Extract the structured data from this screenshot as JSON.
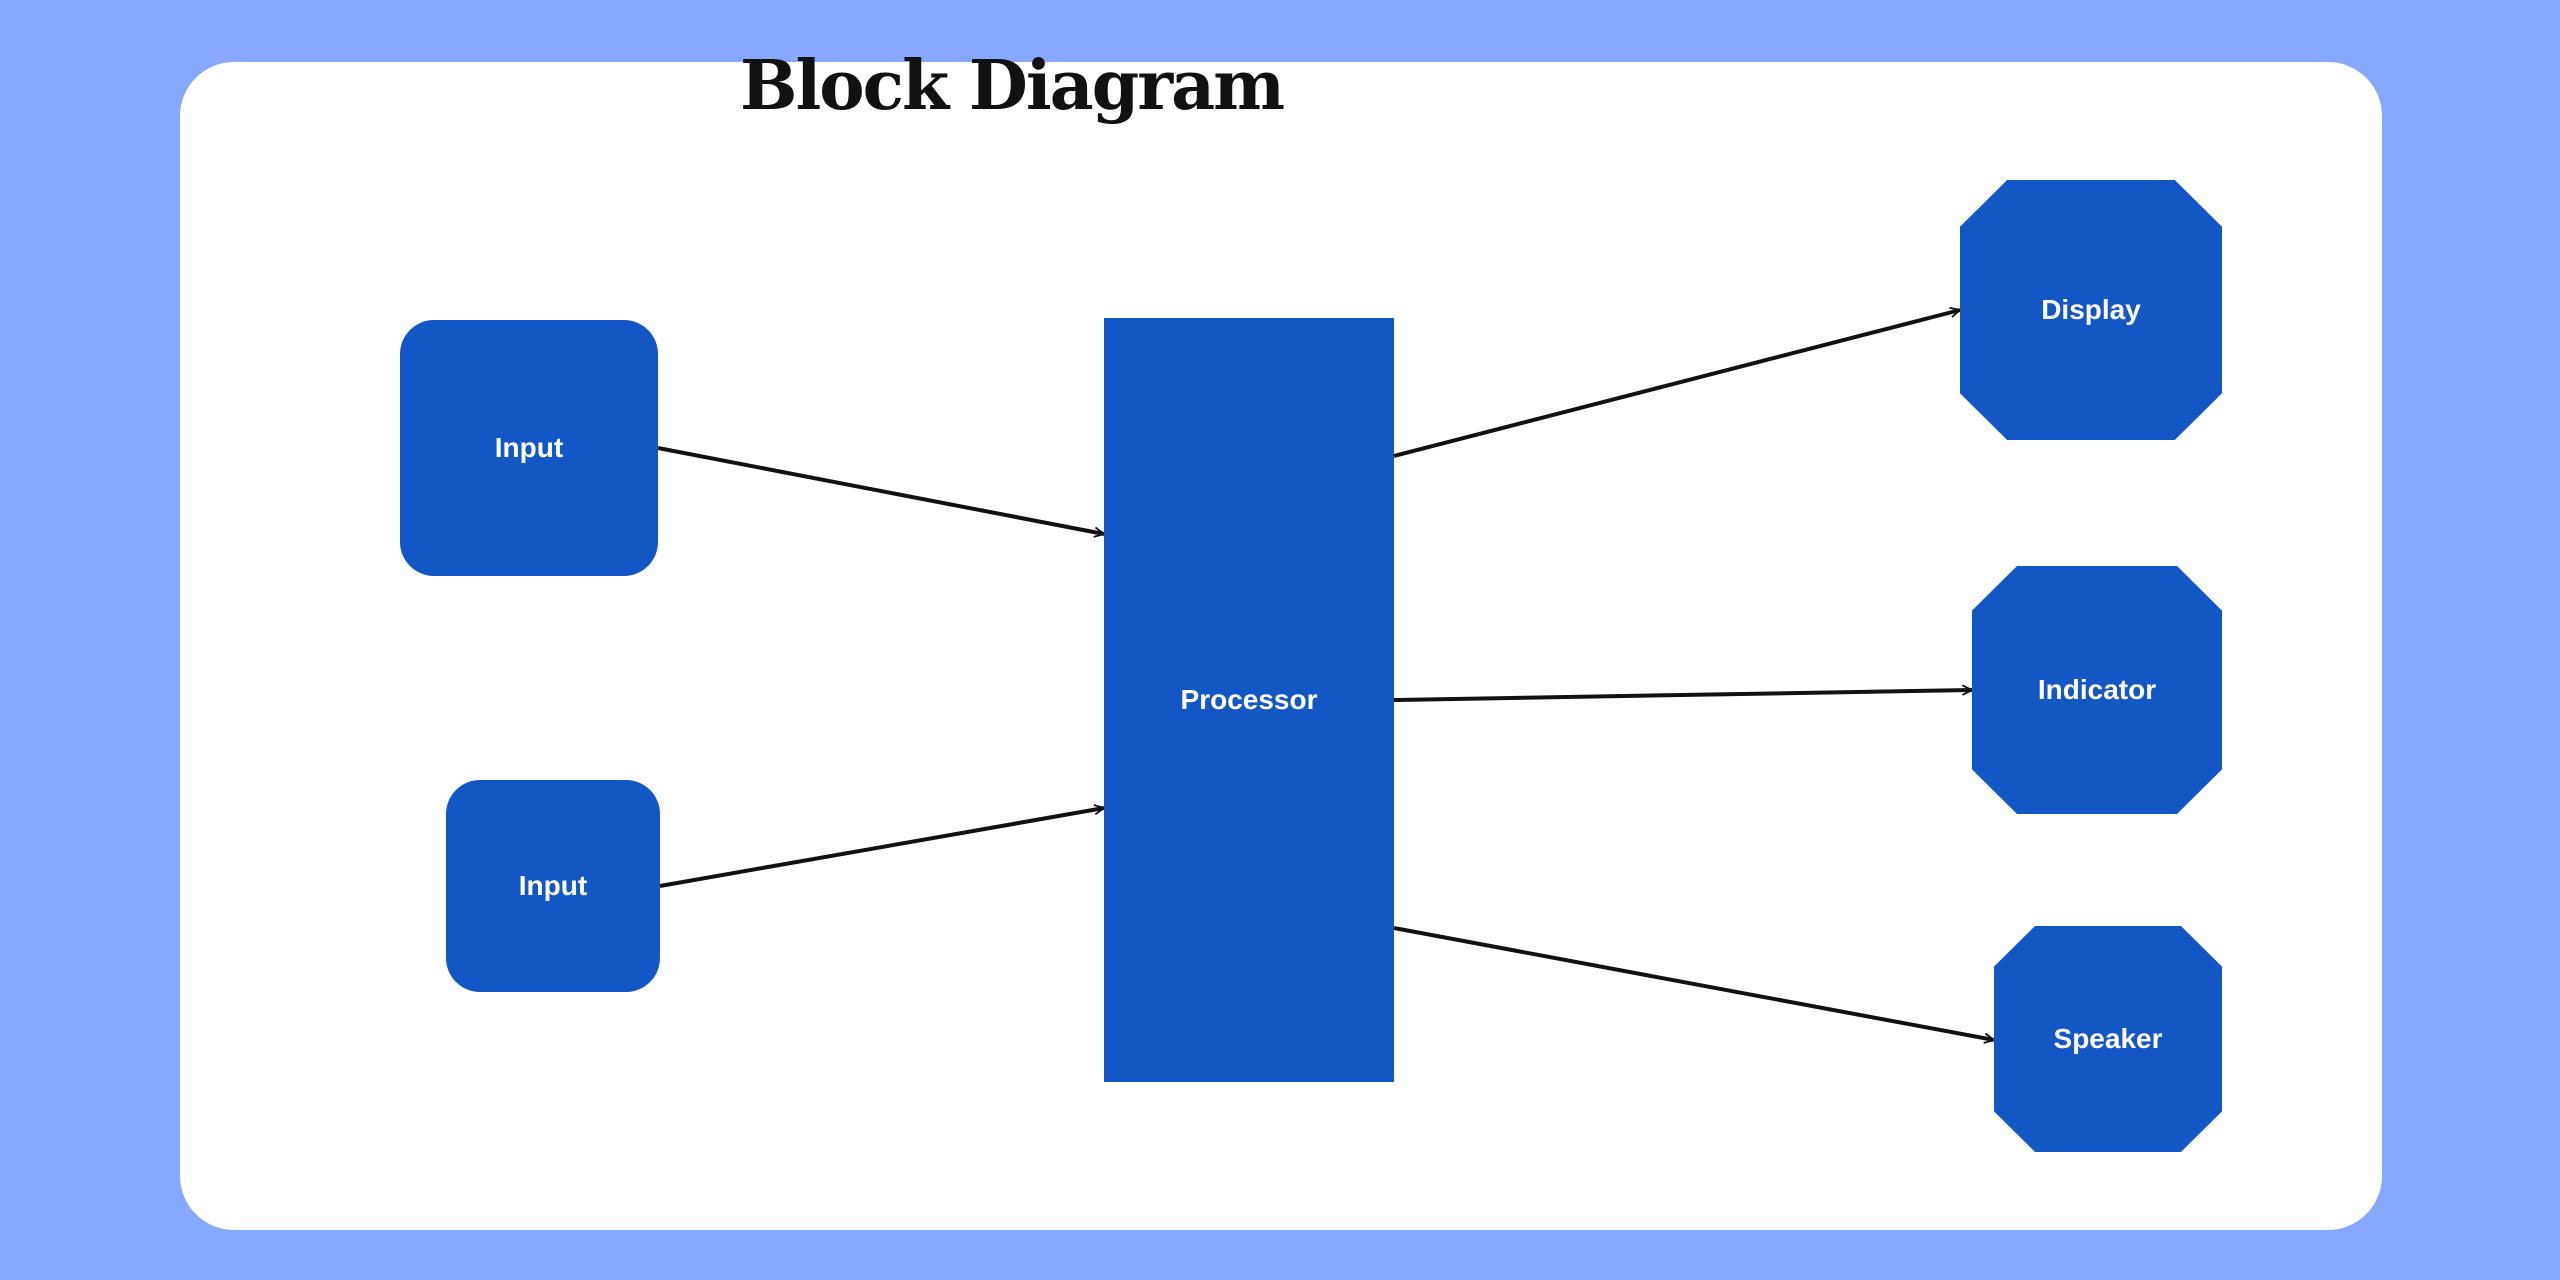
{
  "diagram": {
    "title": "Block Diagram",
    "colors": {
      "background": "#87a8ff",
      "card": "#ffffff",
      "block": "#1257c4",
      "arrow": "#111111"
    },
    "nodes": {
      "input_top": {
        "label": "Input",
        "shape": "rounded-rectangle"
      },
      "input_bottom": {
        "label": "Input",
        "shape": "rounded-rectangle"
      },
      "processor": {
        "label": "Processor",
        "shape": "rectangle"
      },
      "display": {
        "label": "Display",
        "shape": "octagon"
      },
      "indicator": {
        "label": "Indicator",
        "shape": "octagon"
      },
      "speaker": {
        "label": "Speaker",
        "shape": "octagon"
      }
    },
    "edges": [
      {
        "from": "Input",
        "to": "Processor"
      },
      {
        "from": "Input",
        "to": "Processor"
      },
      {
        "from": "Processor",
        "to": "Display"
      },
      {
        "from": "Processor",
        "to": "Indicator"
      },
      {
        "from": "Processor",
        "to": "Speaker"
      }
    ]
  }
}
